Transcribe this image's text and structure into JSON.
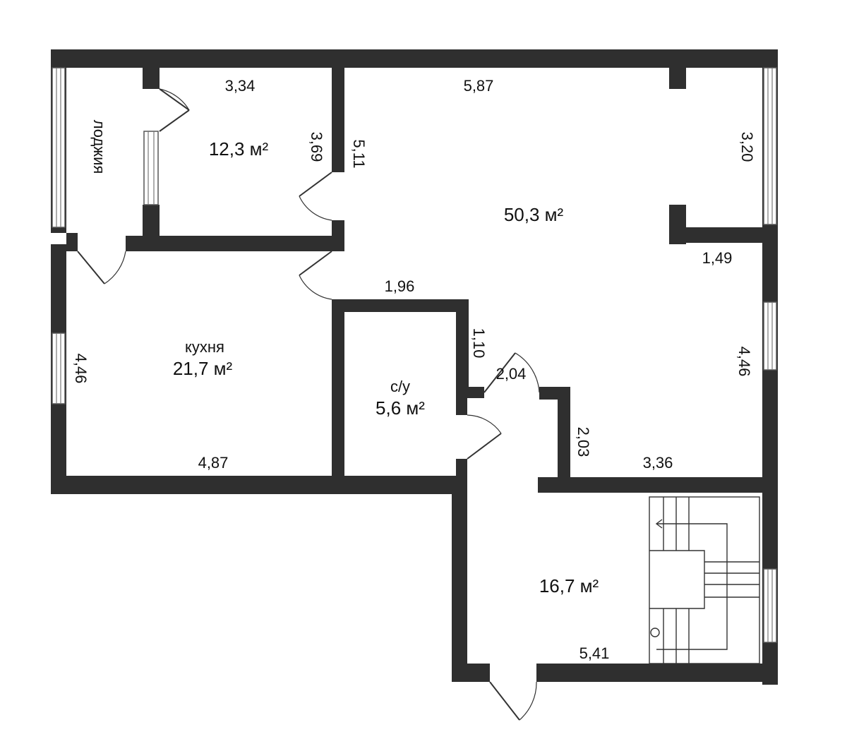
{
  "rooms": {
    "loggia": {
      "name": "лоджия"
    },
    "bedroom": {
      "area": "12,3 м²"
    },
    "living": {
      "area": "50,3 м²"
    },
    "kitchen": {
      "name": "кухня",
      "area": "21,7 м²"
    },
    "bathroom": {
      "name": "с/у",
      "area": "5,6 м²"
    },
    "stair_hall": {
      "area": "16,7 м²"
    }
  },
  "dimensions": {
    "bedroom_width": "3,34",
    "bedroom_height": "3,69",
    "living_width": "5,87",
    "living_partition": "5,11",
    "bay_height": "3,20",
    "bay_step": "1,49",
    "corridor_width": "1,96",
    "bath_depth": "1,10",
    "hall_width": "2,04",
    "hall_depth": "2,03",
    "living_height": "4,46",
    "kitchen_height": "4,46",
    "kitchen_width": "4,87",
    "living_bottom": "3,36",
    "stair_width": "5,41"
  },
  "colors": {
    "wall": "#2f2f2f",
    "background": "#ffffff"
  }
}
